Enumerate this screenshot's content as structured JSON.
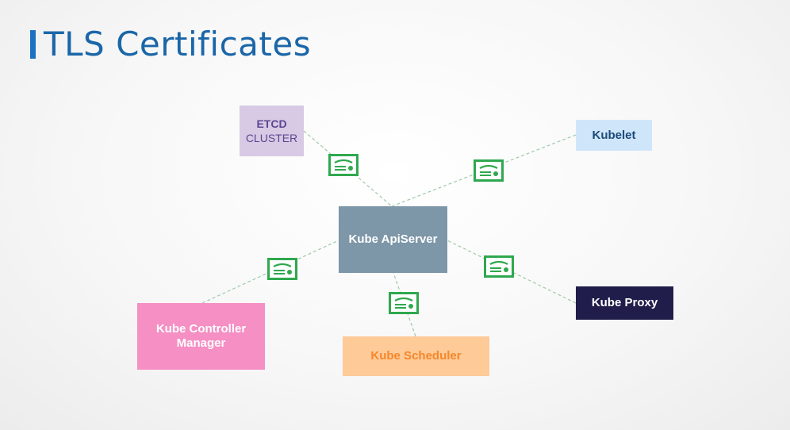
{
  "slide": {
    "title": "TLS Certificates"
  },
  "colors": {
    "title": "#1a66a8",
    "accent_bar": "#1a73c0",
    "certificate": "#2fa84f",
    "connector": "#9fc9a9"
  },
  "nodes": {
    "etcd": {
      "line1": "ETCD",
      "line2": "CLUSTER"
    },
    "kubelet": {
      "label": "Kubelet"
    },
    "apiserver": {
      "label": "Kube ApiServer"
    },
    "proxy": {
      "label": "Kube Proxy"
    },
    "controller": {
      "line1": "Kube Controller",
      "line2": "Manager"
    },
    "scheduler": {
      "label": "Kube Scheduler"
    }
  },
  "certificate_icon": "certificate-icon"
}
